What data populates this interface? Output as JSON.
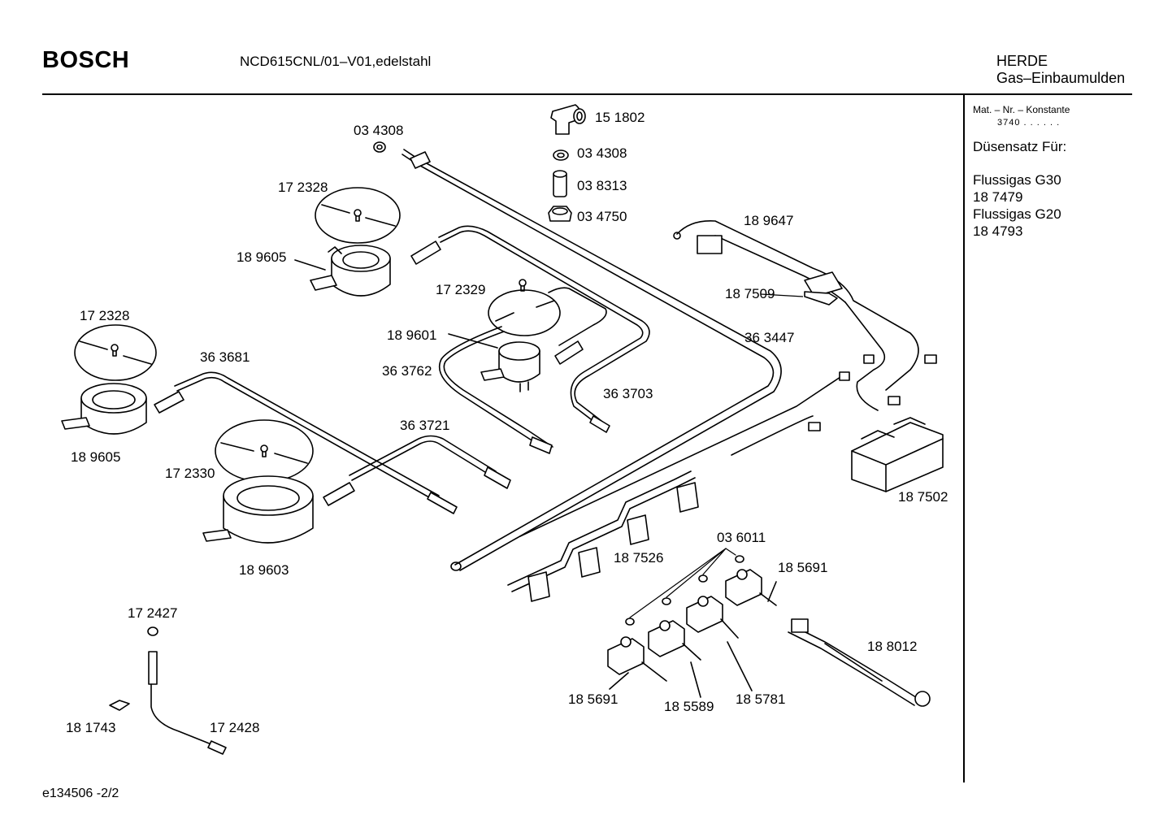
{
  "header": {
    "brand": "BOSCH",
    "model": "NCD615CNL/01–V01,edelstahl",
    "category_line1": "HERDE",
    "category_line2": "Gas–Einbaumulden"
  },
  "sidebar": {
    "mat_label": "Mat. – Nr. – Konstante",
    "mat_value": "3740 . . . . . .",
    "nozzle_title": "Düsensatz Für:",
    "entries": [
      {
        "gas": "Flussigas G30",
        "part": "18 7479"
      },
      {
        "gas": "Flussigas G20",
        "part": "18 4793"
      }
    ]
  },
  "parts": [
    {
      "id": "p1",
      "label": "15 1802"
    },
    {
      "id": "p2",
      "label": "03 4308"
    },
    {
      "id": "p3",
      "label": "03 4308"
    },
    {
      "id": "p4",
      "label": "03 8313"
    },
    {
      "id": "p5",
      "label": "03 4750"
    },
    {
      "id": "p6",
      "label": "17 2328"
    },
    {
      "id": "p7",
      "label": "18 9605"
    },
    {
      "id": "p8",
      "label": "17 2329"
    },
    {
      "id": "p9",
      "label": "18 9601"
    },
    {
      "id": "p10",
      "label": "36 3762"
    },
    {
      "id": "p11",
      "label": "17 2328"
    },
    {
      "id": "p12",
      "label": "36 3681"
    },
    {
      "id": "p13",
      "label": "18 9605"
    },
    {
      "id": "p14",
      "label": "17 2330"
    },
    {
      "id": "p15",
      "label": "36 3721"
    },
    {
      "id": "p16",
      "label": "18 9603"
    },
    {
      "id": "p17",
      "label": "36 3703"
    },
    {
      "id": "p18",
      "label": "36 3447"
    },
    {
      "id": "p19",
      "label": "18 9647"
    },
    {
      "id": "p20",
      "label": "18 7509"
    },
    {
      "id": "p21",
      "label": "18 7502"
    },
    {
      "id": "p22",
      "label": "18 7526"
    },
    {
      "id": "p23",
      "label": "03 6011"
    },
    {
      "id": "p24",
      "label": "18 5691"
    },
    {
      "id": "p25",
      "label": "18 8012"
    },
    {
      "id": "p26",
      "label": "18 5691"
    },
    {
      "id": "p27",
      "label": "18 5589"
    },
    {
      "id": "p28",
      "label": "18 5781"
    },
    {
      "id": "p29",
      "label": "17 2427"
    },
    {
      "id": "p30",
      "label": "18 1743"
    },
    {
      "id": "p31",
      "label": "17 2428"
    }
  ],
  "footer": {
    "code": "e134506  -2/2"
  }
}
